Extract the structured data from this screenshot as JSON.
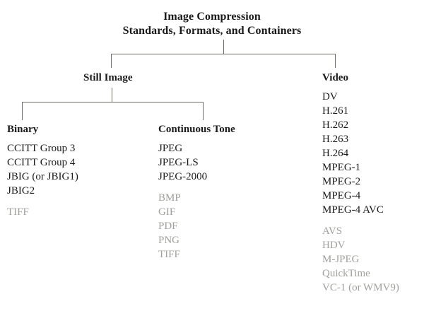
{
  "diagram": {
    "title": {
      "line1": "Image Compression",
      "line2": "Standards, Formats, and Containers"
    },
    "branches": {
      "still_image": "Still Image",
      "video": "Video"
    },
    "columns": {
      "binary": {
        "heading": "Binary",
        "primary": [
          "CCITT Group 3",
          "CCITT Group 4",
          "JBIG (or JBIG1)",
          "JBIG2"
        ],
        "secondary": [
          "TIFF"
        ]
      },
      "continuous_tone": {
        "heading": "Continuous Tone",
        "primary": [
          "JPEG",
          "JPEG-LS",
          "JPEG-2000"
        ],
        "secondary": [
          "BMP",
          "GIF",
          "PDF",
          "PNG",
          "TIFF"
        ]
      },
      "video": {
        "heading": "Video",
        "primary": [
          "DV",
          "H.261",
          "H.262",
          "H.263",
          "H.264",
          "MPEG-1",
          "MPEG-2",
          "MPEG-4",
          "MPEG-4 AVC"
        ],
        "secondary": [
          "AVS",
          "HDV",
          "M-JPEG",
          "QuickTime",
          "VC-1 (or WMV9)"
        ]
      }
    },
    "colors": {
      "text": "#1a1a1a",
      "muted_text": "#a0a09c",
      "connector": "#6e6c67",
      "background": "#ffffff"
    }
  }
}
